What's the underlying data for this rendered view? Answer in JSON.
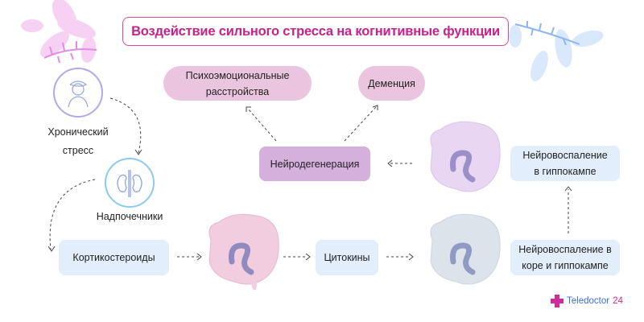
{
  "title": "Воздействие сильного стресса на когнитивные функции",
  "nodes": {
    "chronic_stress": "Хронический стресс",
    "adrenals": "Надпочечники",
    "corticosteroids": "Кортикостероиды",
    "cytokines": "Цитокины",
    "cortex_hippo_inflammation": "Нейровоспаление в коре и гиппокампе",
    "hippo_inflammation": "Нейровоспаление в гиппокампе",
    "neurodegeneration": "Нейродегенерация",
    "psycho_disorders": "Психоэмоциональные расстройства",
    "dementia": "Деменция"
  },
  "logo": {
    "name": "Teledoctor",
    "number": "24"
  },
  "colors": {
    "accent": "#c4238c",
    "pill": "#ebc4df",
    "neuro": "#d5b0dd",
    "blue": "#e2eefb",
    "logo_blue": "#3b6fd8"
  }
}
